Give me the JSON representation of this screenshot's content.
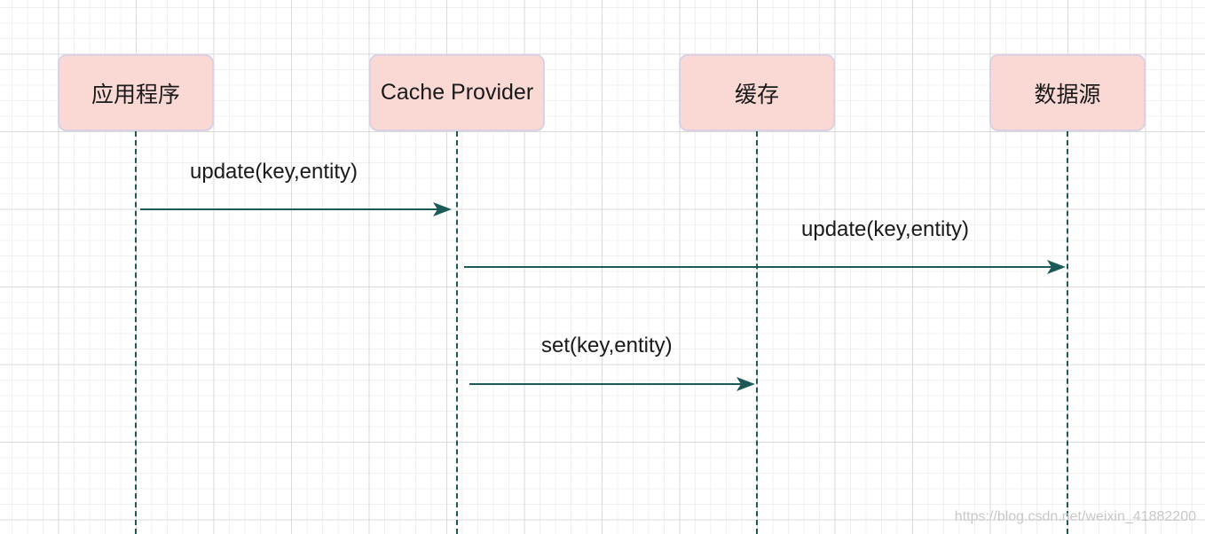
{
  "actors": [
    {
      "label": "应用程序"
    },
    {
      "label": "Cache Provider"
    },
    {
      "label": "缓存"
    },
    {
      "label": "数据源"
    }
  ],
  "messages": [
    {
      "label": "update(key,entity)",
      "from": "应用程序",
      "to": "Cache Provider"
    },
    {
      "label": "update(key,entity)",
      "from": "Cache Provider",
      "to": "数据源"
    },
    {
      "label": "set(key,entity)",
      "from": "Cache Provider",
      "to": "缓存"
    }
  ],
  "colors": {
    "actor_fill": "#fad9d5",
    "actor_border": "#dcd0e4",
    "line": "#1b5a57"
  },
  "watermark": "https://blog.csdn.net/weixin_41882200"
}
